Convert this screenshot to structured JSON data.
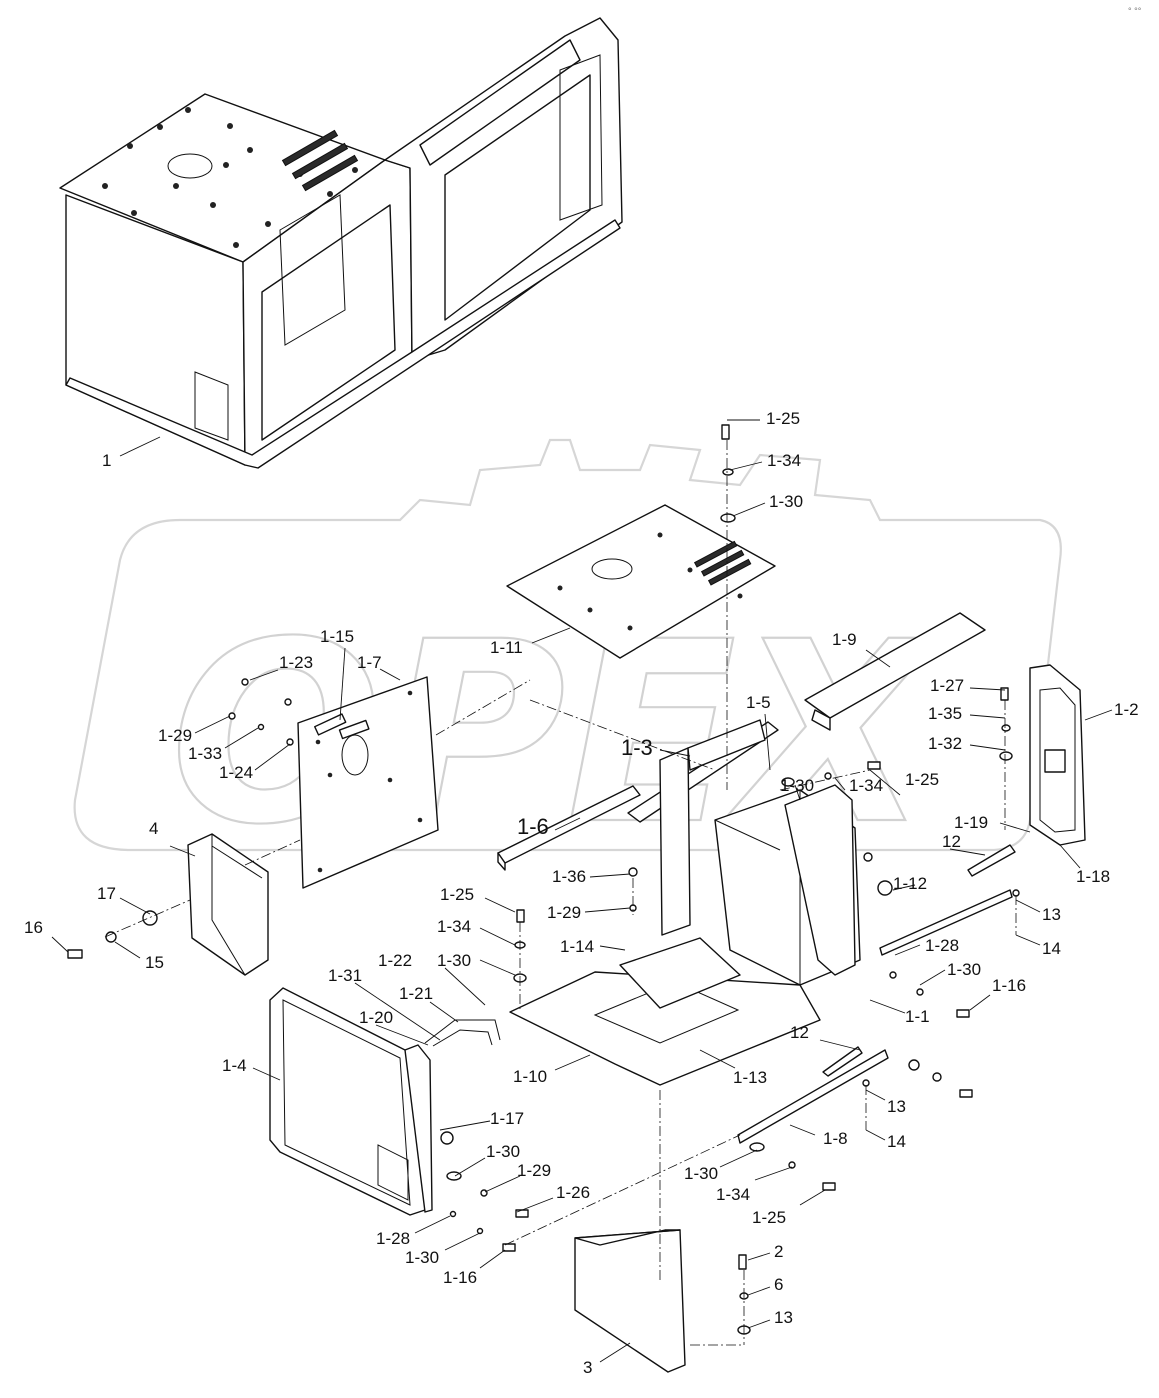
{
  "watermark": {
    "text": "OPEX"
  },
  "corner_mark": "° °°",
  "callouts": [
    "1",
    "1-25",
    "1-34",
    "1-30",
    "1-11",
    "1-9",
    "1-27",
    "1-2",
    "1-35",
    "1-32",
    "1-15",
    "1-23",
    "1-7",
    "1-29",
    "1-33",
    "1-24",
    "1-5",
    "1-3",
    "1-30",
    "1-34",
    "1-25",
    "1-6",
    "1-19",
    "12",
    "1-18",
    "4",
    "1-36",
    "1-12",
    "17",
    "1-25",
    "1-29",
    "16",
    "15",
    "1-34",
    "13",
    "1-14",
    "1-28",
    "14",
    "1-30",
    "1-30",
    "1-22",
    "1-16",
    "1-31",
    "1-21",
    "1-1",
    "1-20",
    "1-4",
    "1-10",
    "1-13",
    "12",
    "13",
    "1-17",
    "1-8",
    "14",
    "1-30",
    "1-29",
    "1-30",
    "1-26",
    "1-34",
    "1-25",
    "1-28",
    "1-30",
    "1-16",
    "2",
    "6",
    "13",
    "3"
  ]
}
